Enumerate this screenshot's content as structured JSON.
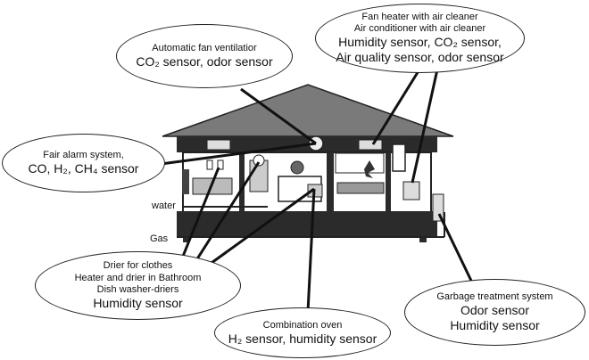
{
  "bubbles": {
    "fan_ventilation": {
      "line1": "Automatic fan ventilatior",
      "line2": "CO₂ sensor, odor sensor"
    },
    "air_cleaner": {
      "line1": "Fan heater with air cleaner",
      "line2": "Air conditioner with air cleaner",
      "line3": "Humidity sensor, CO₂ sensor,",
      "line4": "Air quality sensor, odor sensor"
    },
    "fire_alarm": {
      "line1": "Fair alarm system,",
      "line2": "CO, H₂, CH₄ sensor"
    },
    "drier": {
      "line1": "Drier for clothes",
      "line2": "Heater and drier in Bathroom",
      "line3": "Dish washer-driers",
      "line4": "Humidity sensor"
    },
    "oven": {
      "line1": "Combination oven",
      "line2": "H₂ sensor, humidity sensor"
    },
    "garbage": {
      "line1": "Garbage treatment system",
      "line2": "Odor sensor",
      "line3": "Humidity sensor"
    }
  },
  "labels": {
    "water": "water",
    "gas": "Gas"
  }
}
